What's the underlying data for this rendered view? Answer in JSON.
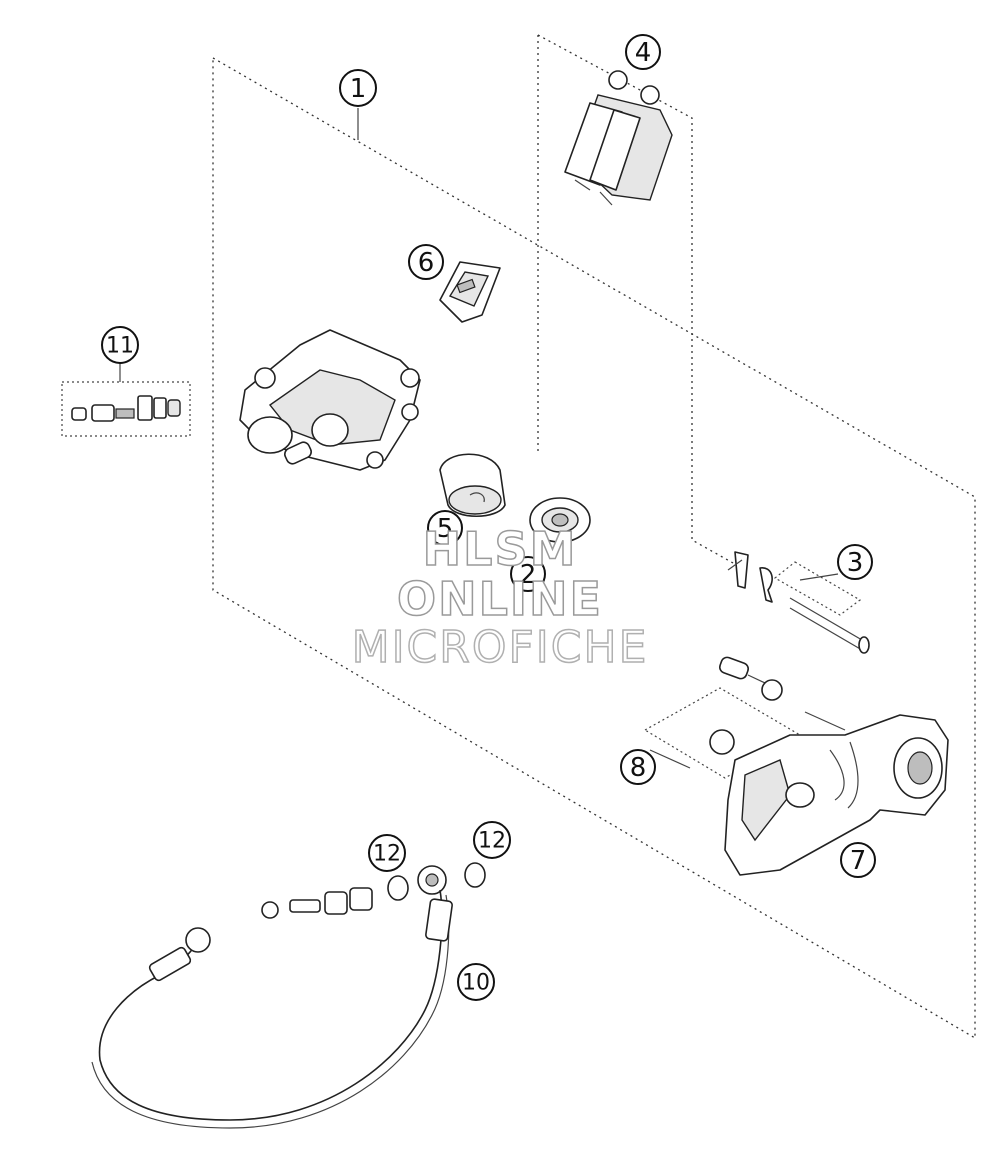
{
  "callouts": {
    "c1": "1",
    "c2": "2",
    "c3": "3",
    "c4": "4",
    "c5": "5",
    "c6": "6",
    "c7": "7",
    "c8": "8",
    "c10": "10",
    "c11": "11",
    "c12a": "12",
    "c12b": "12"
  },
  "watermark": {
    "line1": "HLSM",
    "line2": "ONLINE",
    "line3": "MICROFICHE"
  }
}
